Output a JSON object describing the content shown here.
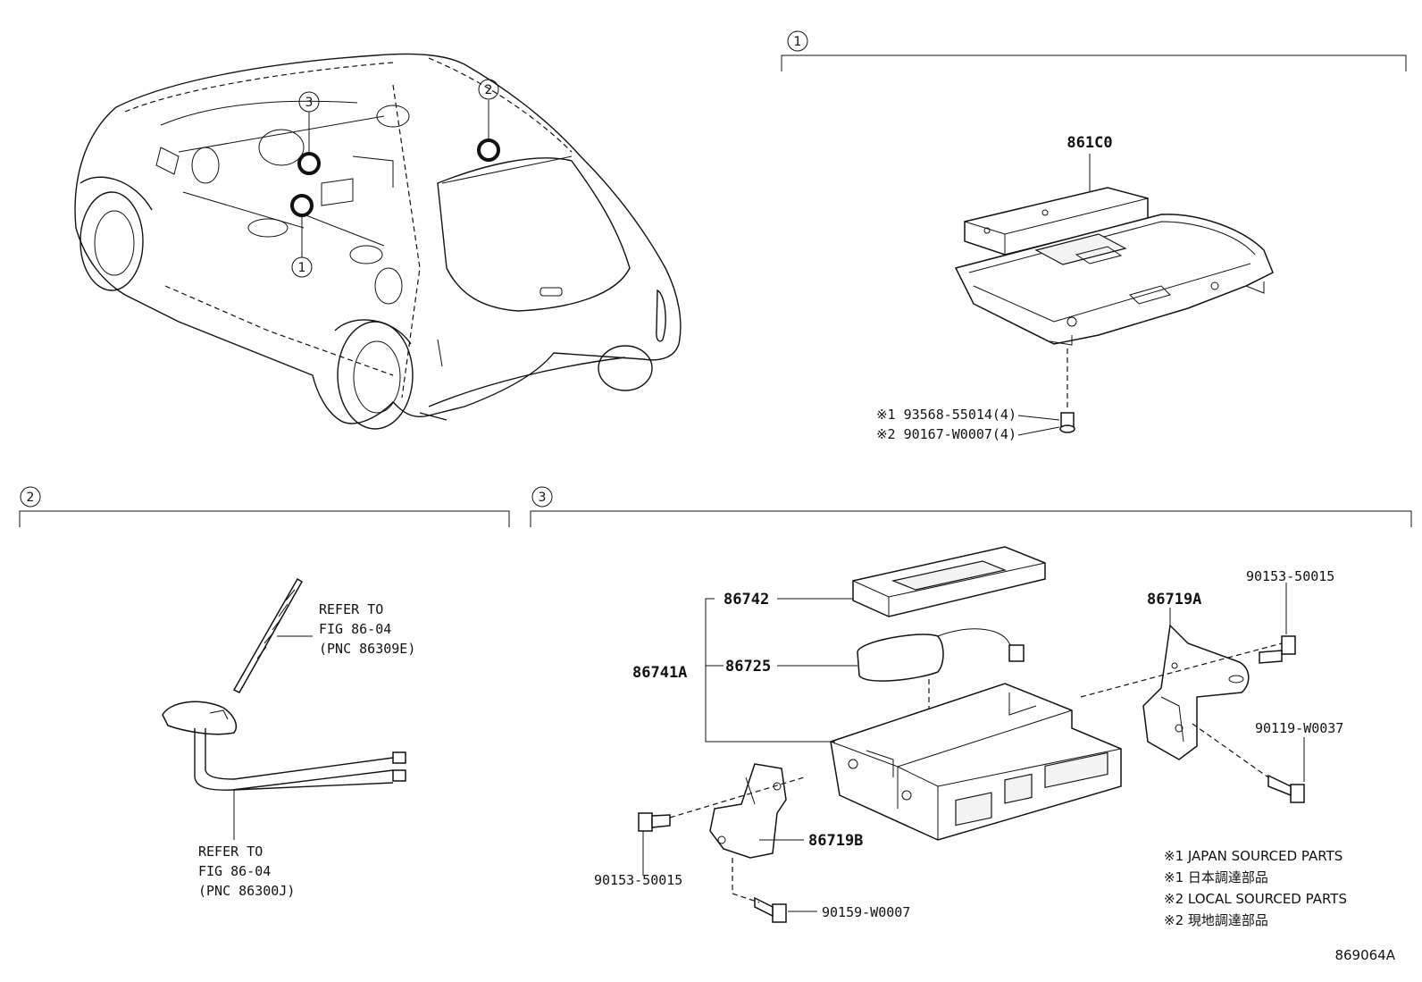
{
  "sections": {
    "s1": {
      "num": "1"
    },
    "s2": {
      "num": "2"
    },
    "s3": {
      "num": "3"
    }
  },
  "car_callouts": {
    "c1": "1",
    "c2": "2",
    "c3": "3"
  },
  "section1": {
    "part": "861C0",
    "screw_line1": "※1 93568-55014(4)",
    "screw_line2": "※2 90167-W0007(4)"
  },
  "section2": {
    "ref_top": [
      "REFER TO",
      "FIG 86-04",
      "(PNC 86309E)"
    ],
    "ref_bottom": [
      "REFER TO",
      "FIG 86-04",
      "(PNC 86300J)"
    ]
  },
  "section3": {
    "p86742": "86742",
    "p86725": "86725",
    "p86741A": "86741A",
    "p86719A": "86719A",
    "p86719B": "86719B",
    "p90153_right": "90153-50015",
    "p90119": "90119-W0037",
    "p90153_left": "90153-50015",
    "p90159": "90159-W0007"
  },
  "notes": [
    "※1 JAPAN SOURCED PARTS",
    "※1 日本調達部品",
    "※2 LOCAL SOURCED PARTS",
    "※2 現地調達部品"
  ],
  "figure_id": "869064A"
}
